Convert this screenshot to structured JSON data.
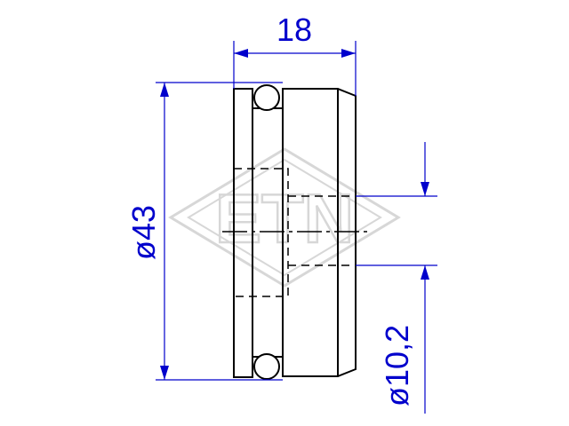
{
  "dimensions": {
    "width": "18",
    "outer_diameter": "ø43",
    "inner_diameter": "ø10,2"
  },
  "watermark": {
    "text": "ETN"
  },
  "colors": {
    "outline": "#000000",
    "dimension": "#0000cc",
    "watermark": "#d7d7d7"
  }
}
